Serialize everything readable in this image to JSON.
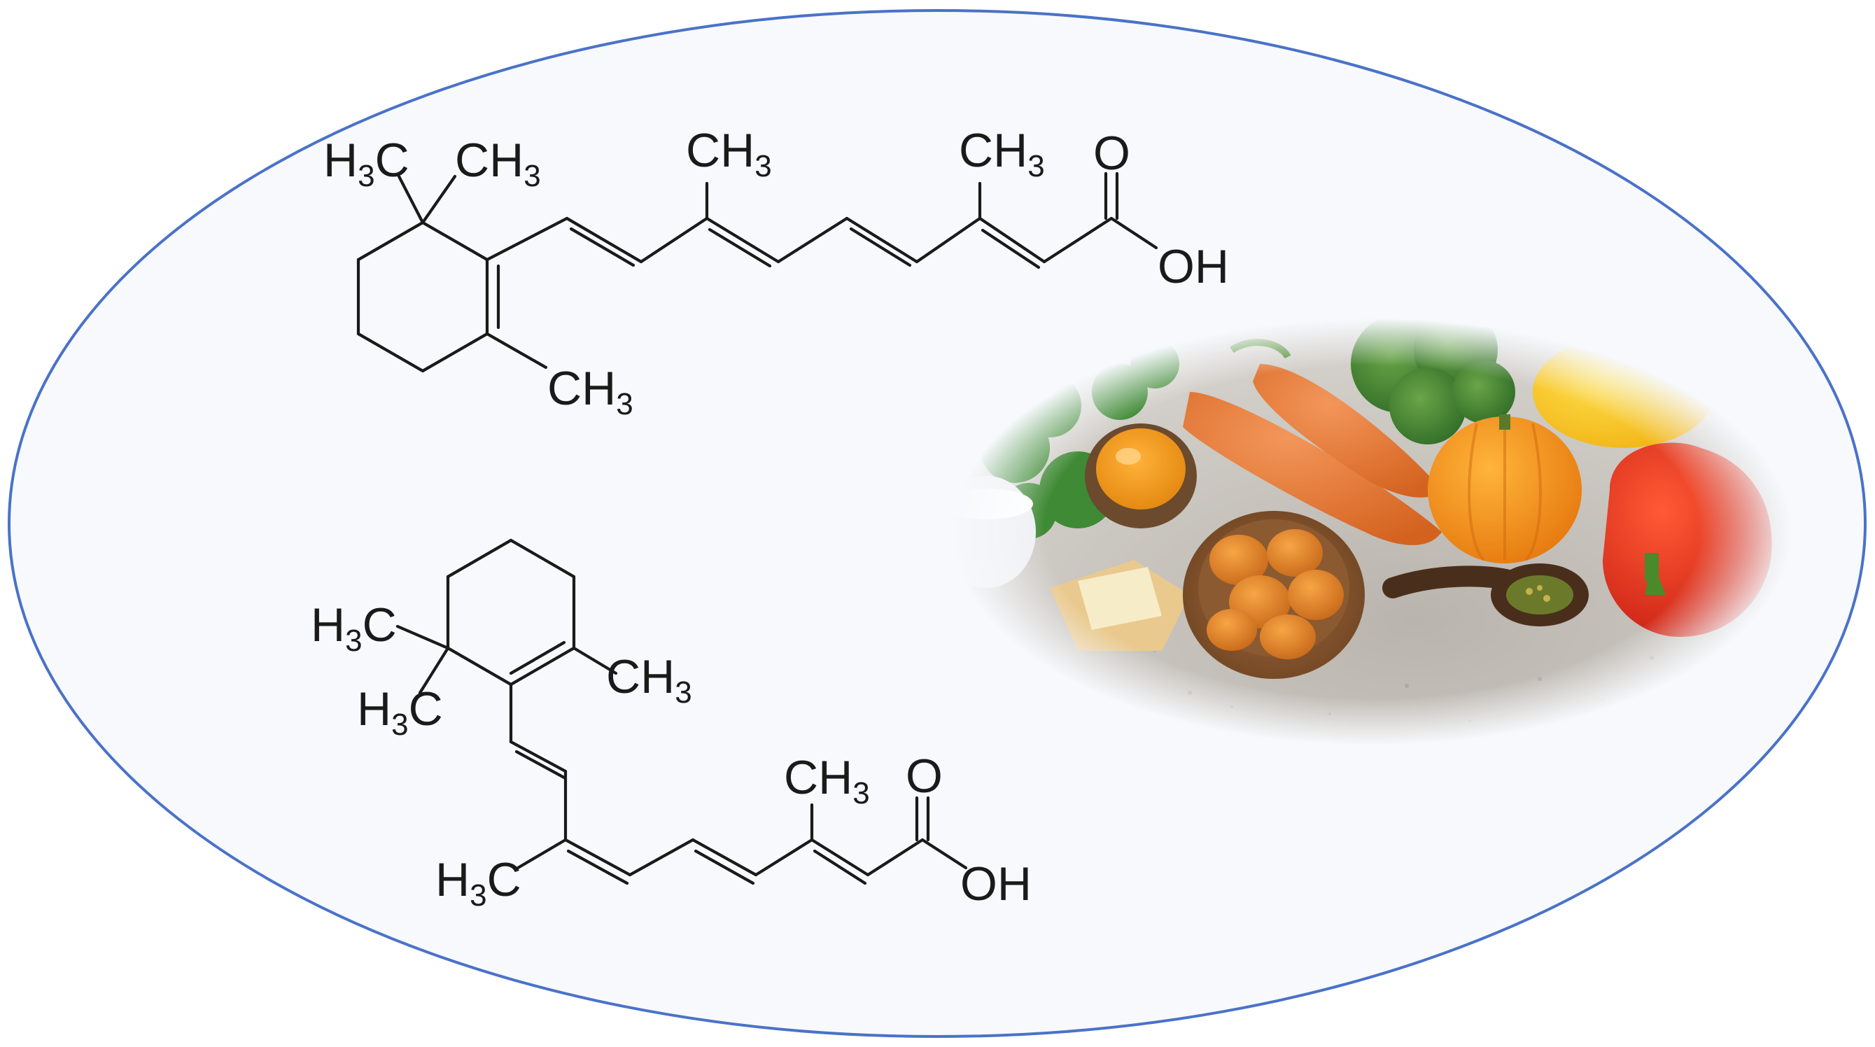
{
  "colors": {
    "oval_border": "#4a72c8",
    "oval_fill": "#f7f9fc",
    "bond": "#1a1a1a"
  },
  "molecule_top": {
    "label_h3c_top": "H3C",
    "label_ch3_gem": "CH3",
    "label_ch3_ring": "CH3",
    "label_ch3_chain_1": "CH3",
    "label_ch3_chain_2": "CH3",
    "label_o": "O",
    "label_oh": "OH"
  },
  "molecule_bottom": {
    "label_h3c_gem_1": "H3C",
    "label_h3c_gem_2": "H3C",
    "label_ch3_ring": "CH3",
    "label_h3c_chain": "H3C",
    "label_ch3_chain": "CH3",
    "label_o": "O",
    "label_oh": "OH"
  },
  "food_image": {
    "description_icon": "vitamin-a-food-sources-photo",
    "items": [
      "carrot",
      "broccoli",
      "dried-apricot",
      "egg-yolk",
      "butter",
      "milk",
      "orange-pumpkin",
      "yellow-pepper",
      "red-pepper",
      "parsley",
      "spice-spoon"
    ]
  }
}
